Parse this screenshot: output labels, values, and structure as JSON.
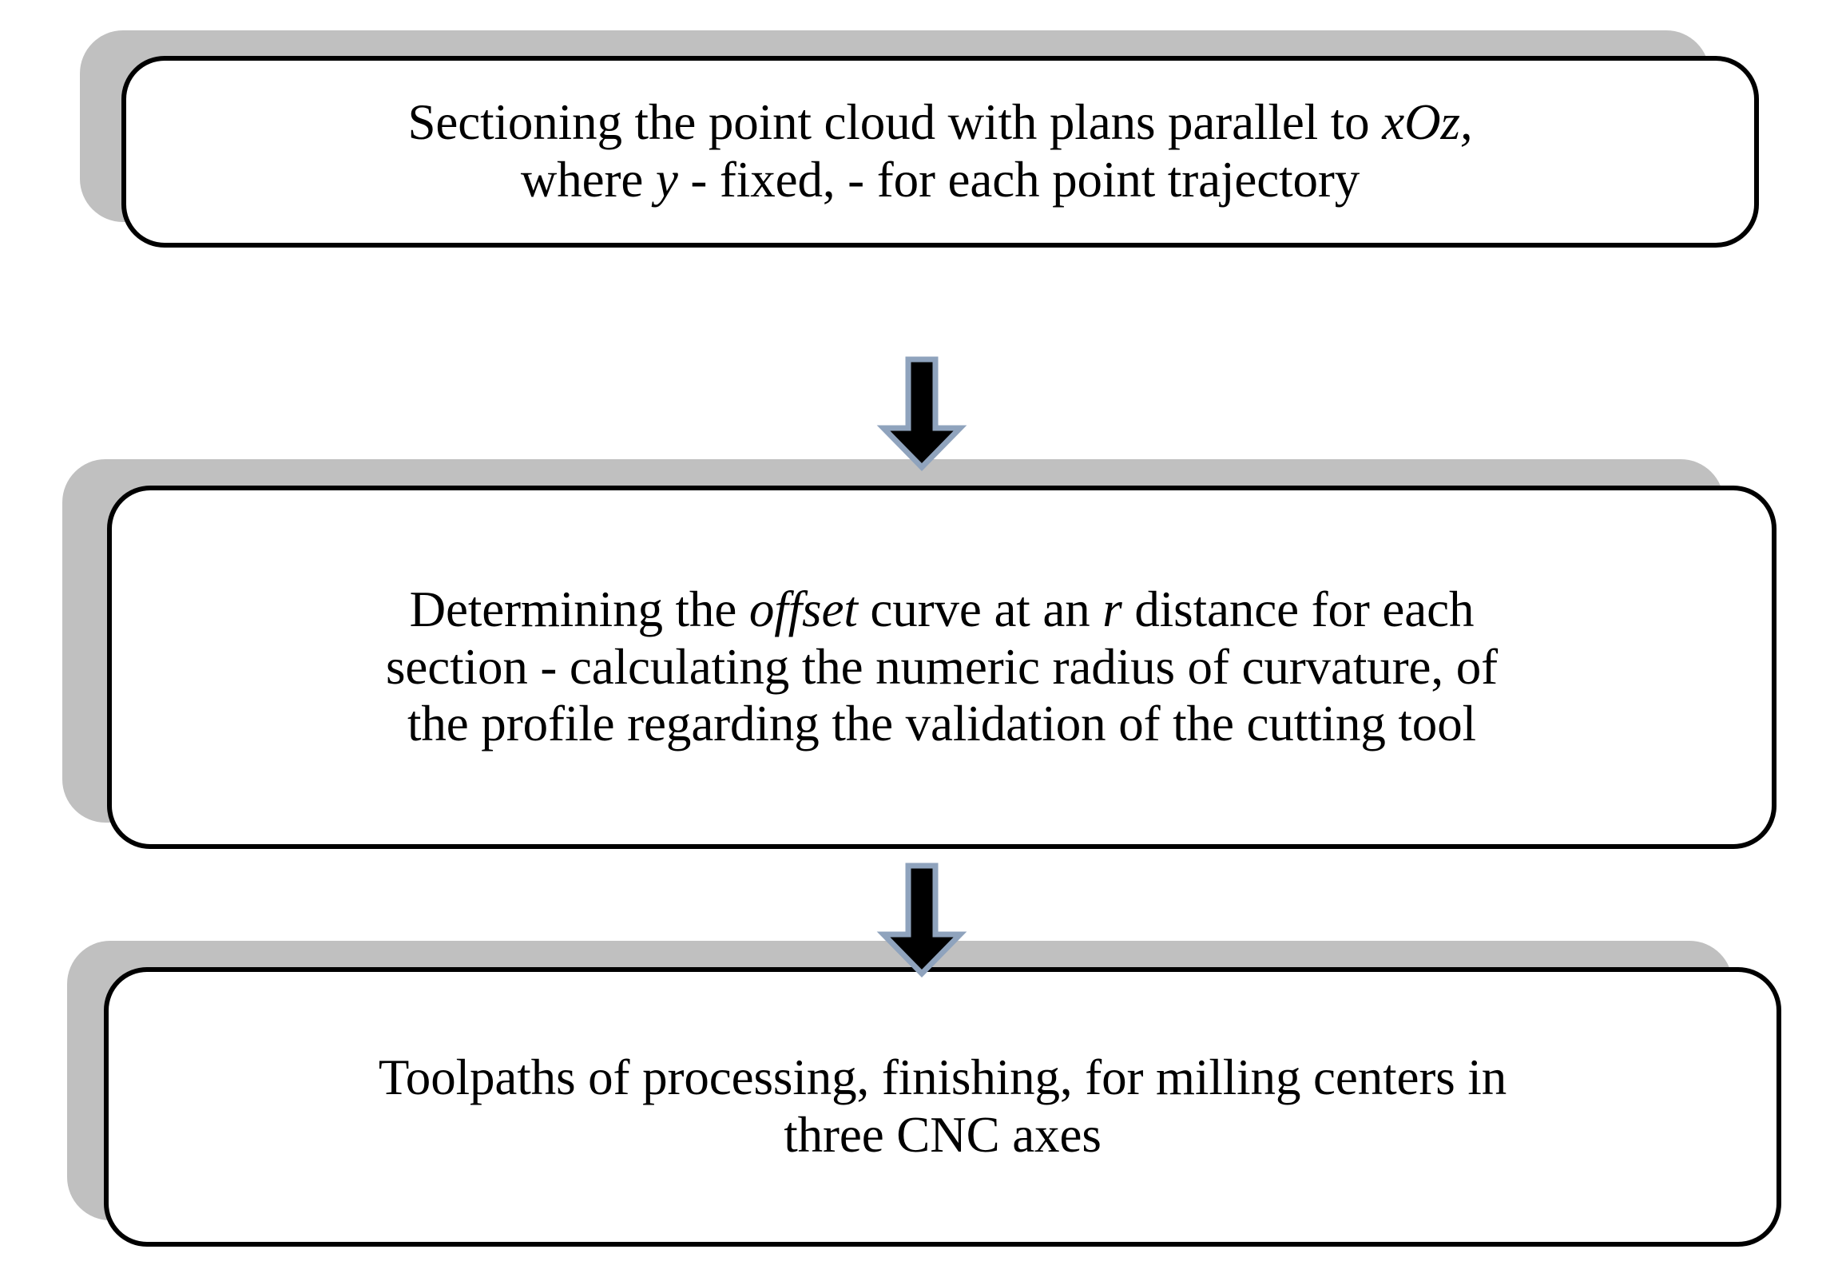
{
  "diagram": {
    "type": "flowchart",
    "orientation": "vertical",
    "title": "",
    "colors": {
      "box_fill": "#ffffff",
      "box_border": "#000000",
      "shadow": "#c0c0c0",
      "arrow_fill": "#000000",
      "arrow_outline": "#8fa3bd",
      "text": "#000000"
    },
    "nodes": [
      {
        "id": "node-1",
        "shape": "rounded-rectangle",
        "lines": [
          {
            "runs": [
              {
                "text": "Sectioning the point cloud with plans parallel to ",
                "style": "normal"
              },
              {
                "text": "xOz,",
                "style": "italic"
              }
            ]
          },
          {
            "runs": [
              {
                "text": "where ",
                "style": "normal"
              },
              {
                "text": "y",
                "style": "italic"
              },
              {
                "text": " - fixed, - for each point trajectory",
                "style": "normal"
              }
            ]
          }
        ],
        "plain_text": "Sectioning the point cloud with plans parallel to xOz, where y - fixed, - for each point trajectory"
      },
      {
        "id": "node-2",
        "shape": "rounded-rectangle",
        "lines": [
          {
            "runs": [
              {
                "text": "Determining the ",
                "style": "normal"
              },
              {
                "text": "offset",
                "style": "italic"
              },
              {
                "text": " curve at an ",
                "style": "normal"
              },
              {
                "text": "r",
                "style": "italic"
              },
              {
                "text": " distance for each",
                "style": "normal"
              }
            ]
          },
          {
            "runs": [
              {
                "text": "section - calculating the numeric radius of curvature, of",
                "style": "normal"
              }
            ]
          },
          {
            "runs": [
              {
                "text": "the profile regarding the validation of the cutting tool",
                "style": "normal"
              }
            ]
          }
        ],
        "plain_text": "Determining the offset curve at an r distance for each section - calculating the numeric radius of curvature, of the profile regarding the validation of the cutting tool"
      },
      {
        "id": "node-3",
        "shape": "rounded-rectangle",
        "lines": [
          {
            "runs": [
              {
                "text": "Toolpaths of processing, finishing, for milling centers in",
                "style": "normal"
              }
            ]
          },
          {
            "runs": [
              {
                "text": "three CNC axes",
                "style": "normal"
              }
            ]
          }
        ],
        "plain_text": "Toolpaths of processing, finishing, for milling centers in three CNC axes"
      }
    ],
    "connectors": [
      {
        "id": "connector-1",
        "from": "node-1",
        "to": "node-2",
        "kind": "block-arrow-down",
        "label": ""
      },
      {
        "id": "connector-2",
        "from": "node-2",
        "to": "node-3",
        "kind": "block-arrow-down",
        "label": ""
      }
    ]
  }
}
